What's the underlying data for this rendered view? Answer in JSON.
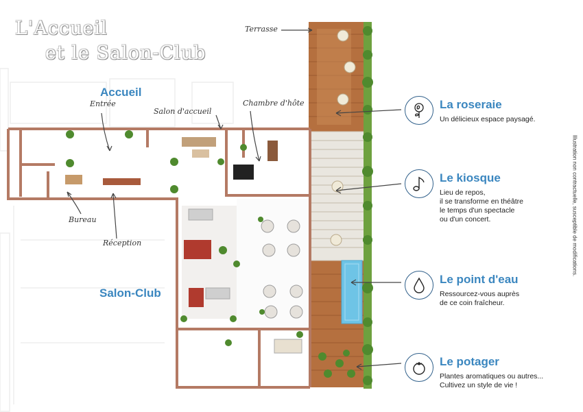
{
  "title": {
    "line1": "L'Accueil",
    "line2": "et le Salon-Club"
  },
  "zones": {
    "accueil": "Accueil",
    "salon_club": "Salon-Club"
  },
  "rooms": {
    "terrasse": "Terrasse",
    "entree": "Entrée",
    "salon_accueil": "Salon d'accueil",
    "chambre_hote": "Chambre d'hôte",
    "bureau": "Bureau",
    "reception": "Réception"
  },
  "features": [
    {
      "icon": "rose-icon",
      "title": "La roseraie",
      "description": "Un délicieux espace paysagé."
    },
    {
      "icon": "music-note-icon",
      "title": "Le kiosque",
      "description": "Lieu de repos,\nil se transforme en théâtre\nle temps d'un spectacle\nou d'un concert."
    },
    {
      "icon": "water-drop-icon",
      "title": "Le point d'eau",
      "description": "Ressourcez-vous auprès\nde ce coin fraîcheur."
    },
    {
      "icon": "tomato-icon",
      "title": "Le potager",
      "description": "Plantes aromatiques ou autres...\nCultivez un style de vie !"
    }
  ],
  "disclaimer": "Illustration non contractuelle, susceptible de modifications.",
  "colors": {
    "accent": "#3a86bf",
    "wall": "#b47a64",
    "deck": "#b5703f",
    "pergola": "#e9e6df",
    "water": "#6ec4e6",
    "plants": "#4f8a2e"
  }
}
